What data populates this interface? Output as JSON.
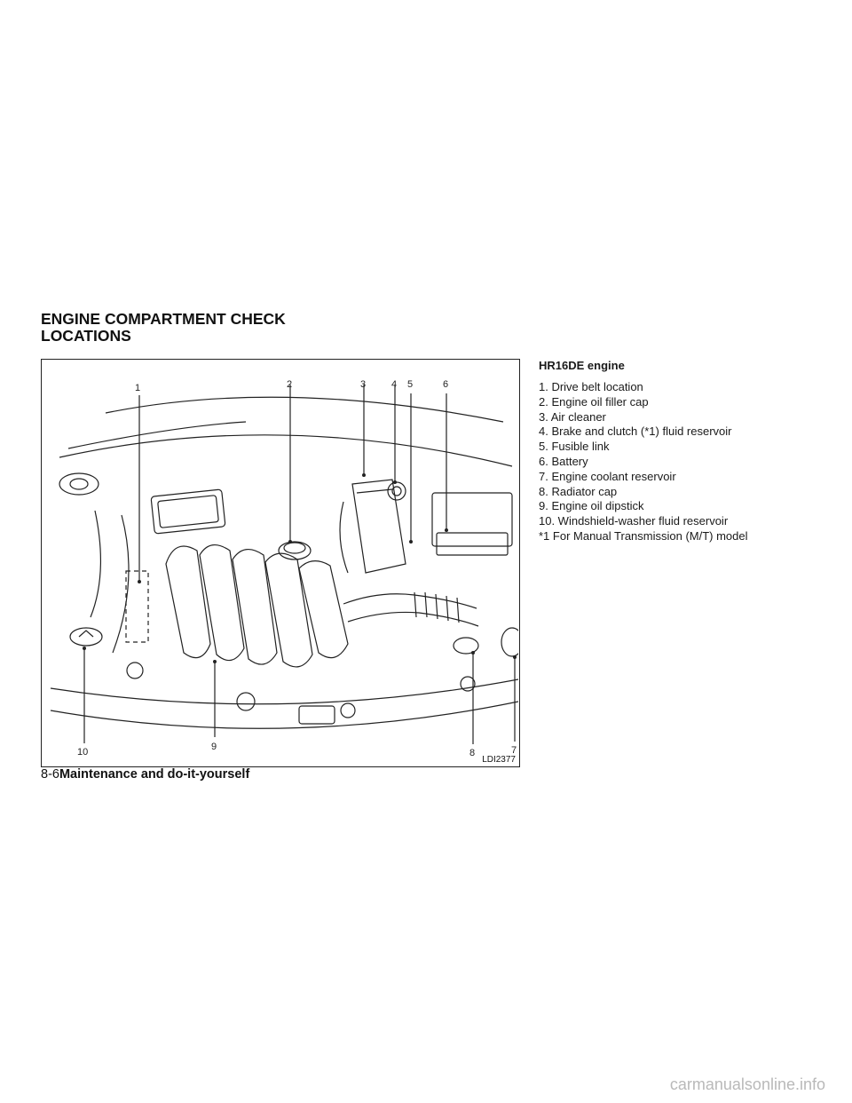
{
  "section_title_lines": [
    "ENGINE COMPARTMENT CHECK",
    "LOCATIONS"
  ],
  "figure": {
    "code": "LDI2377",
    "callouts": [
      "1",
      "2",
      "3",
      "4",
      "5",
      "6",
      "7",
      "8",
      "9",
      "10"
    ]
  },
  "legend": {
    "heading": "HR16DE engine",
    "items": [
      "1. Drive belt location",
      "2. Engine oil filler cap",
      "3. Air cleaner",
      "4. Brake and clutch (*1) fluid reservoir",
      "5. Fusible link",
      "6. Battery",
      "7. Engine coolant reservoir",
      "8. Radiator cap",
      "9. Engine oil dipstick",
      "10. Windshield-washer fluid reservoir",
      "*1 For Manual Transmission (M/T) model"
    ]
  },
  "footer": {
    "page_number": "8-6",
    "chapter": "Maintenance and do-it-yourself"
  },
  "watermark": "carmanualsonline.info"
}
